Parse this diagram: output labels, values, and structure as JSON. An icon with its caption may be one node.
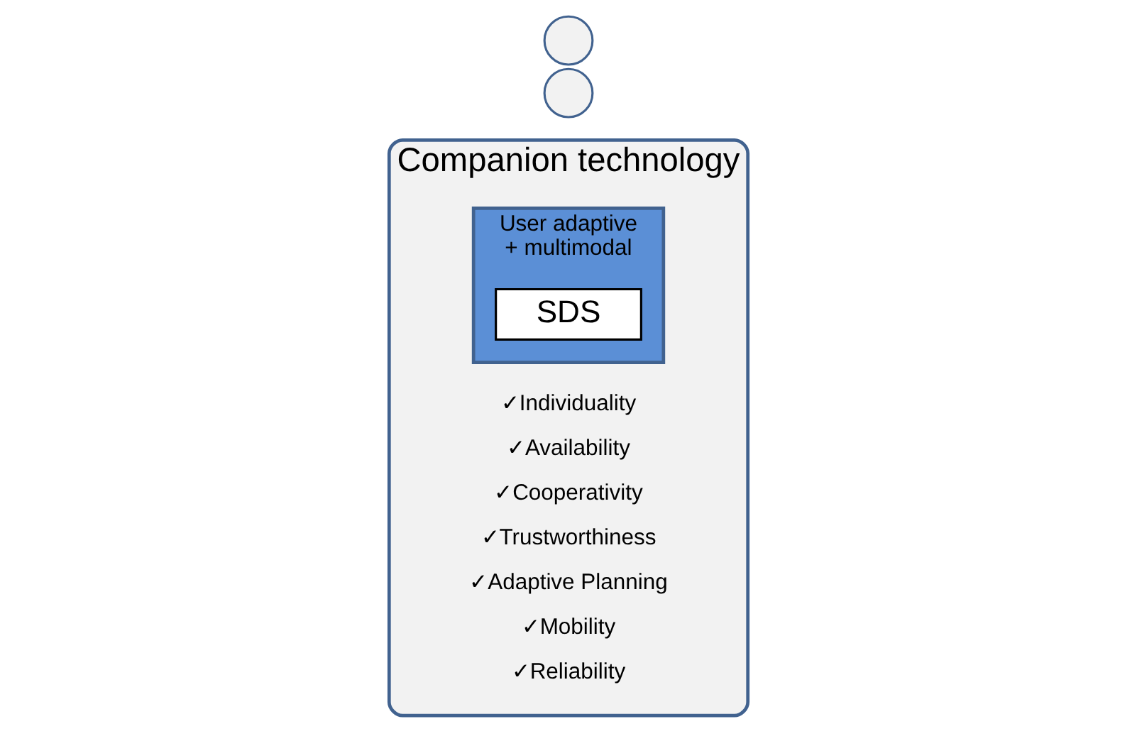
{
  "diagram": {
    "nodes": [
      {
        "text": [
          "Companion technology"
        ]
      },
      {
        "text": [
          "User adaptive",
          "+ multimodal"
        ],
        "in": 0
      },
      {
        "text": [
          "SDS"
        ],
        "in": 1
      },
      {
        "text": [],
        "shape": "circle"
      },
      {
        "text": [],
        "shape": "circle"
      }
    ],
    "edges": [],
    "labels": [
      "✓Individuality",
      "✓Availability",
      "✓Cooperativity",
      "✓Trustworthiness",
      "✓Adaptive Planning",
      "✓Mobility",
      "✓Reliability"
    ]
  }
}
